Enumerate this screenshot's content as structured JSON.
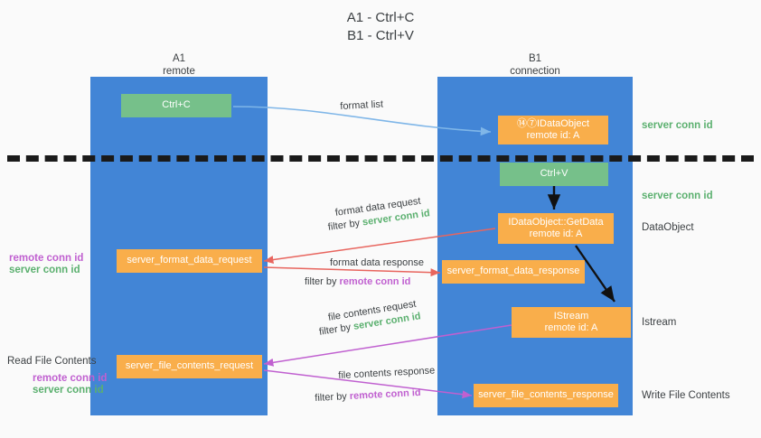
{
  "title": {
    "line1": "A1 - Ctrl+C",
    "line2": "B1 - Ctrl+V"
  },
  "columns": [
    {
      "name": "A1",
      "sub": "remote"
    },
    {
      "name": "B1",
      "sub": "connection"
    }
  ],
  "boxes": {
    "ctrl_c": "Ctrl+C",
    "ctrl_v": "Ctrl+V",
    "set_clipboard_l1": "⑭⑦IDataObject",
    "set_clipboard_l2": "remote id: A",
    "getdata_l1": "IDataObject::GetData",
    "getdata_l2": "remote id: A",
    "istream_l1": "IStream",
    "istream_l2": "remote id: A",
    "server_format_data_request": "server_format_data_request",
    "server_format_data_response": "server_format_data_response",
    "server_file_contents_request": "server_file_contents_request",
    "server_file_contents_response": "server_file_contents_response"
  },
  "edge_labels": {
    "format_list": "format list",
    "format_data_request": "format data request",
    "format_data_request_filter_prefix": "filter by ",
    "format_data_request_filter_value": "server conn id",
    "format_data_response": "format data response",
    "format_data_response_filter_prefix": "filter by ",
    "format_data_response_filter_value": "remote conn id",
    "file_contents_request": "file contents request",
    "file_contents_request_filter_prefix": "filter by ",
    "file_contents_request_filter_value": "server conn id",
    "file_contents_response": "file contents response",
    "file_contents_response_filter_prefix": "filter by ",
    "file_contents_response_filter_value": "remote conn id"
  },
  "right_labels": {
    "server_conn_id_top": "server conn id",
    "server_conn_id_mid": "server conn id",
    "dataobject": "DataObject",
    "istream": "Istream",
    "write_file_contents": "Write File Contents"
  },
  "left_labels": {
    "remote_conn_id_1": "remote conn id",
    "server_conn_id_1": "server conn id",
    "read_file_contents": "Read File Contents",
    "remote_conn_id_2": "remote conn id",
    "server_conn_id_2": "server conn id"
  },
  "colors": {
    "lane": "#4285d6",
    "green_box": "#76c08a",
    "orange_box": "#f9ae4b",
    "green_text": "#5bb06f",
    "magenta_text": "#c060d0",
    "blue_arrow": "#7fb6e8",
    "red_arrow": "#e8655e",
    "magenta_arrow": "#c060d0",
    "dark_arrow": "#111111",
    "background": "#fafafa"
  }
}
